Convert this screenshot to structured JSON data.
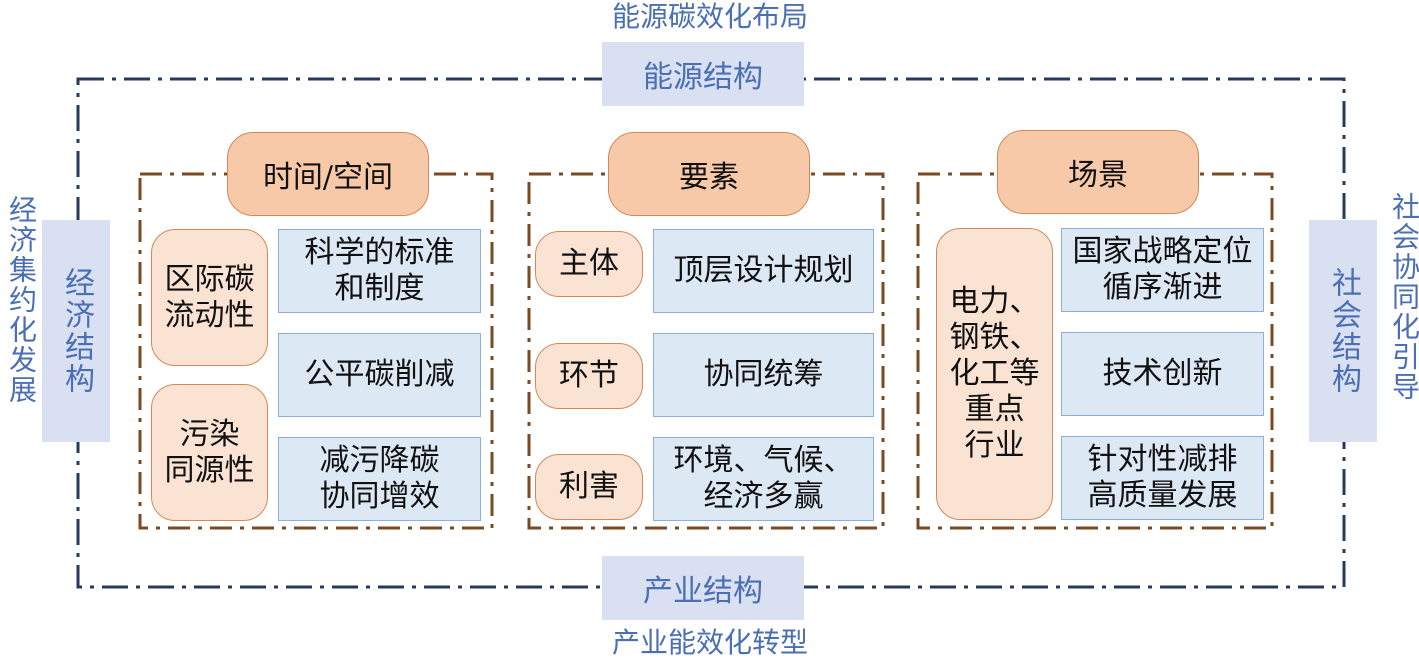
{
  "colors": {
    "outer_frame": "#263a5e",
    "inner_frame": "#7a4a22",
    "label_blue": "#4a6fb5",
    "struct_box_fill": "#d9e0f1",
    "header_pill_fill": "#f7c9a9",
    "side_pill_fill": "#fbe3d3",
    "pill_border": "#d08a57",
    "blue_box_fill": "#dde8f5",
    "blue_box_border": "#8fb0d6"
  },
  "outer": {
    "top_label": "能源碳效化布局",
    "bottom_label": "产业能效化转型",
    "left_label": "经济集约化发展",
    "right_label": "社会协同化引导",
    "top_struct": "能源结构",
    "bottom_struct": "产业结构",
    "left_struct": "经济结构",
    "right_struct": "社会结构"
  },
  "panels": [
    {
      "header": "时间/空间",
      "side": [
        "区际碳\n流动性",
        "污染\n同源性"
      ],
      "boxes": [
        "科学的标准\n和制度",
        "公平碳削减",
        "减污降碳\n协同增效"
      ]
    },
    {
      "header": "要素",
      "side": [
        "主体",
        "环节",
        "利害"
      ],
      "boxes": [
        "顶层设计规划",
        "协同统筹",
        "环境、气候、\n经济多赢"
      ]
    },
    {
      "header": "场景",
      "side": [
        "电力、\n钢铁、\n化工等\n重点\n行业"
      ],
      "boxes": [
        "国家战略定位\n循序渐进",
        "技术创新",
        "针对性减排\n高质量发展"
      ]
    }
  ]
}
